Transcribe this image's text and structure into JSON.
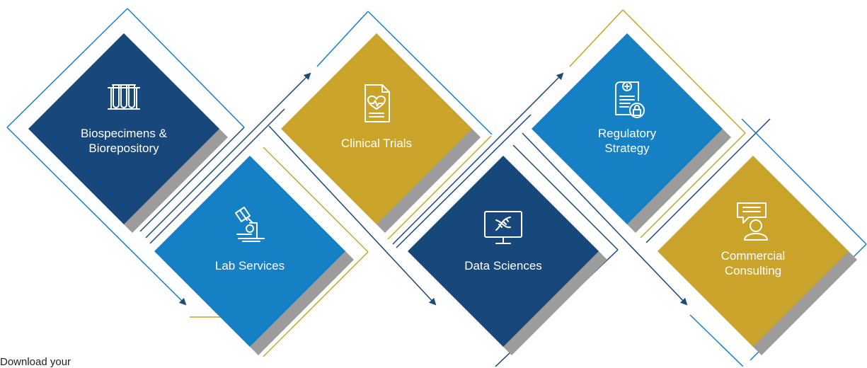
{
  "colors": {
    "navy": "#17477b",
    "blue": "#1580c4",
    "gold": "#c9a32a",
    "shadow": "#9c9c9c",
    "arrow": "#1d4b7c"
  },
  "tiles": [
    {
      "id": "biospecimens",
      "label": "Biospecimens & Biorepository",
      "lines": [
        "Biospecimens &",
        "Biorepository"
      ],
      "color": "navy",
      "icon": "test-tubes-icon"
    },
    {
      "id": "lab-services",
      "label": "Lab Services",
      "lines": [
        "Lab Services"
      ],
      "color": "blue",
      "icon": "microscope-icon"
    },
    {
      "id": "clinical-trials",
      "label": "Clinical Trials",
      "lines": [
        "Clinical Trials"
      ],
      "color": "gold",
      "icon": "heart-document-icon"
    },
    {
      "id": "data-sciences",
      "label": "Data Sciences",
      "lines": [
        "Data Sciences"
      ],
      "color": "navy",
      "icon": "dna-monitor-icon"
    },
    {
      "id": "regulatory-strategy",
      "label": "Regulatory Strategy",
      "lines": [
        "Regulatory",
        "Strategy"
      ],
      "color": "blue",
      "icon": "locked-scroll-icon"
    },
    {
      "id": "commercial-consulting",
      "label": "Commercial Consulting",
      "lines": [
        "Commercial",
        "Consulting"
      ],
      "color": "gold",
      "icon": "consultant-icon"
    }
  ],
  "footer": {
    "text": "Download your"
  }
}
